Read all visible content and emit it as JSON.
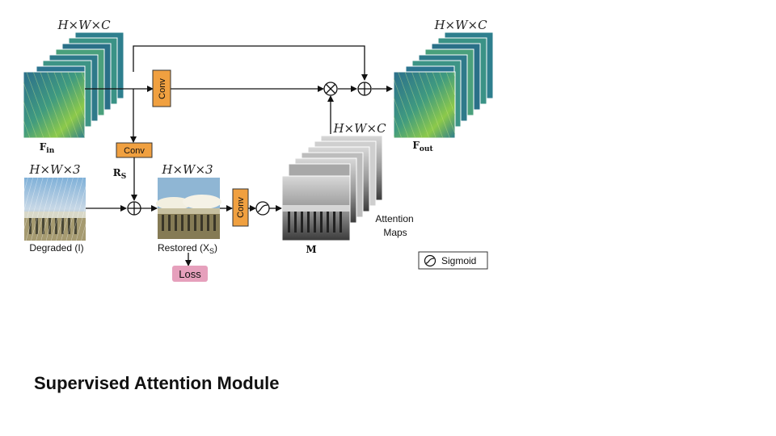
{
  "slide": {
    "title": "Supervised Attention Module"
  },
  "diagram": {
    "input_features": {
      "dims": "H×W×C",
      "label": "F",
      "subscript": "in"
    },
    "output_features": {
      "dims": "H×W×C",
      "label": "F",
      "subscript": "out"
    },
    "conv_blocks": {
      "label": "Conv"
    },
    "residual": {
      "label": "R",
      "subscript": "S"
    },
    "degraded_image": {
      "dims": "H×W×3",
      "label": "Degraded (I)"
    },
    "restored_image": {
      "dims": "H×W×3",
      "label": "Restored (X",
      "subscript": "S",
      "suffix": ")"
    },
    "loss": {
      "label": "Loss"
    },
    "attention_maps": {
      "dims": "H×W×C",
      "label_line1": "Attention",
      "label_line2": "Maps",
      "mask_label": "M"
    },
    "legend": {
      "label": "Sigmoid"
    },
    "colors": {
      "conv_orange": "#f0a040",
      "loss_pink": "#e6a0bc",
      "feature_teal": "#2a7f8a",
      "feature_green": "#9acd32"
    }
  }
}
